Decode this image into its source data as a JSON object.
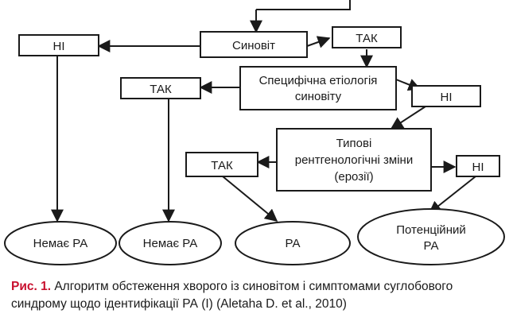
{
  "diagram": {
    "nodes": {
      "synovit": "Синовіт",
      "ni_left": "НІ",
      "tak_top": "ТАК",
      "etiology_line1": "Специфічна етіологія",
      "etiology_line2": "синовіту",
      "tak_mid": "ТАК",
      "ni_mid": "НІ",
      "xray_line1": "Типові",
      "xray_line2": "рентгенологічні зміни",
      "xray_line3": "(ерозії)",
      "tak_low": "ТАК",
      "ni_low": "НІ"
    },
    "outcomes": {
      "no_ra_1": "Немає РА",
      "no_ra_2": "Немає РА",
      "ra": "РА",
      "potential_line1": "Потенційний",
      "potential_line2": "РА"
    }
  },
  "caption": {
    "ref": "Рис. 1.",
    "text": "Алгоритм обстеження хворого із синовітом і симптомами суглобового синдрому щодо ідентифікації РА (І) (Aletaha D. et al., 2010)"
  },
  "colors": {
    "line": "#1a1a1a",
    "caption_ref": "#c8102e"
  }
}
